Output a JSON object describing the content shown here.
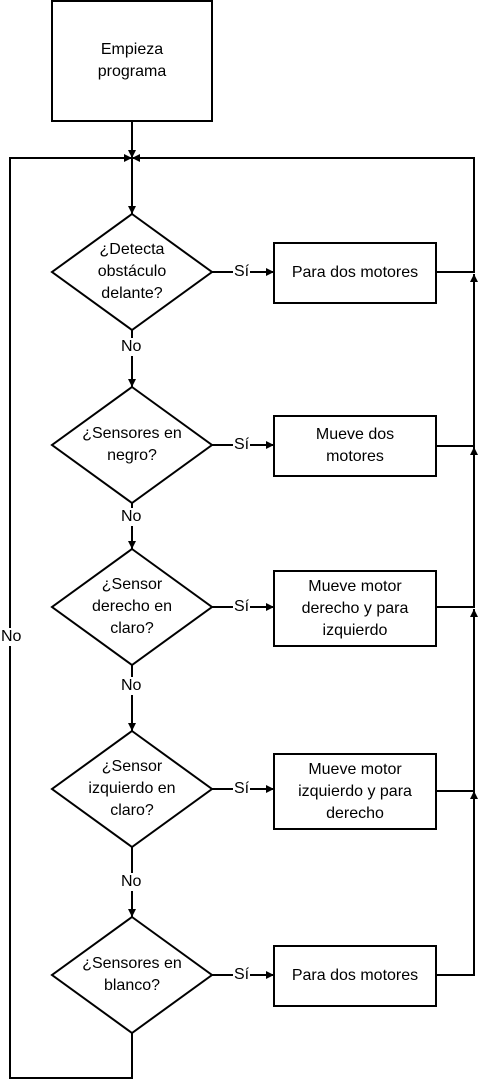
{
  "start": {
    "label": "Empieza\nprograma"
  },
  "decisions": [
    {
      "label": "¿Detecta\nobstáculo\ndelante?",
      "yes": "Sí",
      "no": "No"
    },
    {
      "label": "¿Sensores en\nnegro?",
      "yes": "Sí",
      "no": "No"
    },
    {
      "label": "¿Sensor\nderecho en\nclaro?",
      "yes": "Sí",
      "no": "No"
    },
    {
      "label": "¿Sensor\nizquierdo en\nclaro?",
      "yes": "Sí",
      "no": "No"
    },
    {
      "label": "¿Sensores en\nblanco?",
      "yes": "Sí",
      "no": "No"
    }
  ],
  "actions": [
    {
      "label": "Para dos motores"
    },
    {
      "label": "Mueve dos\nmotores"
    },
    {
      "label": "Mueve motor\nderecho y para\nizquierdo"
    },
    {
      "label": "Mueve motor\nizquierdo y para\nderecho"
    },
    {
      "label": "Para dos motores"
    }
  ]
}
